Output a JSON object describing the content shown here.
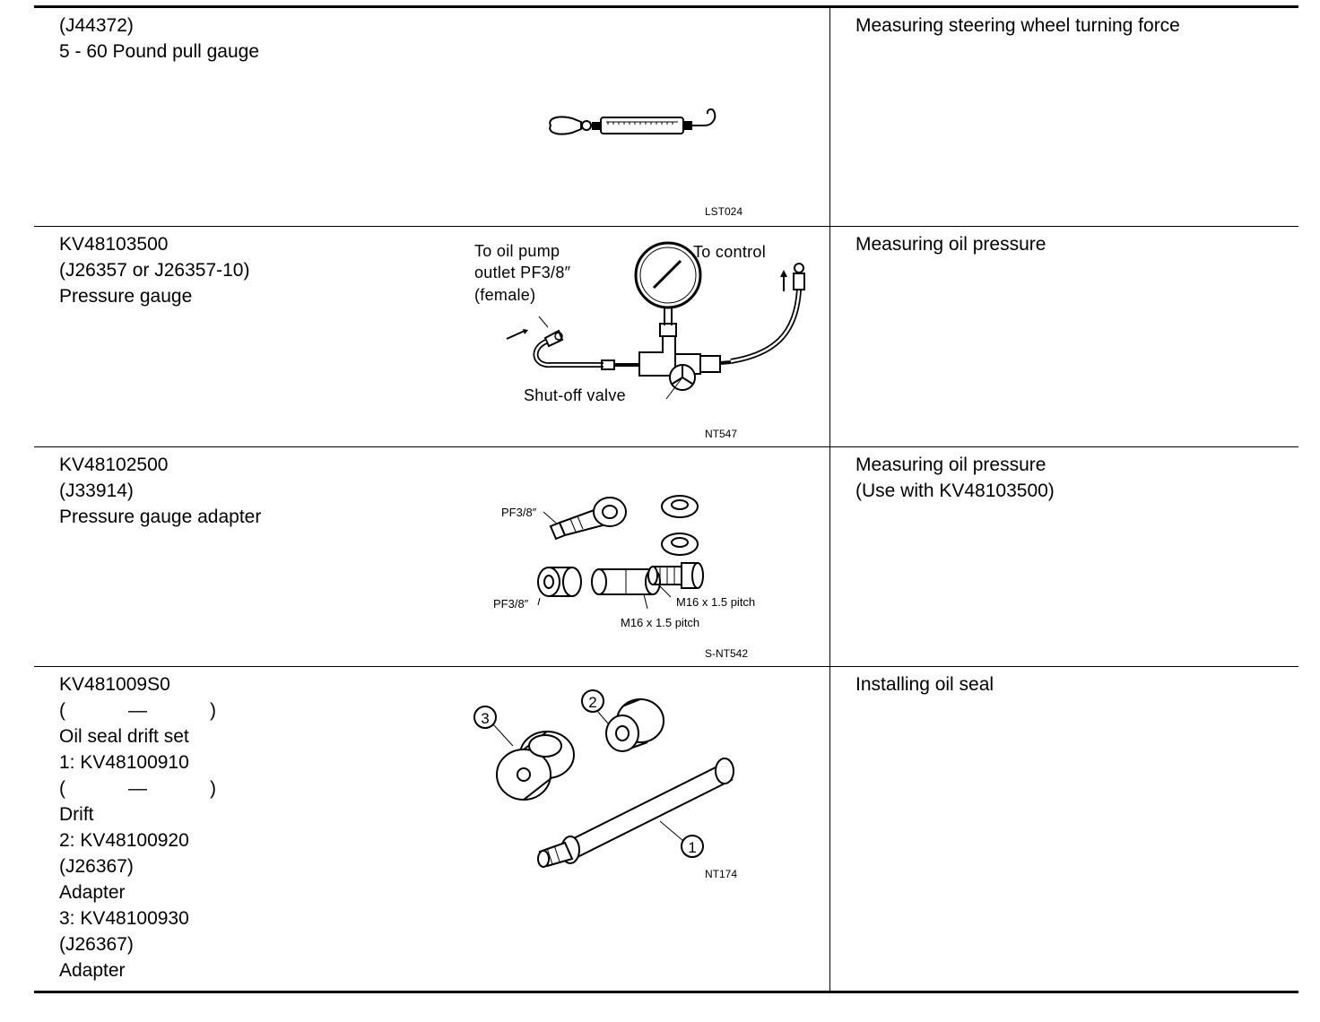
{
  "rows": [
    {
      "tool_lines": [
        "(J44372)",
        "5 - 60 Pound pull gauge"
      ],
      "description_lines": [
        "Measuring steering wheel turning force"
      ],
      "figure_code": "LST024",
      "figure_icon": "pull-gauge-icon"
    },
    {
      "tool_lines": [
        "KV48103500",
        "(J26357 or J26357-10)",
        "Pressure gauge"
      ],
      "description_lines": [
        "Measuring oil pressure"
      ],
      "figure_code": "NT547",
      "figure_icon": "pressure-gauge-icon",
      "figure_labels": {
        "pump_line1": "To oil pump",
        "pump_line2": "outlet PF3/8″",
        "pump_line3": "(female)",
        "control": "To control",
        "valve": "Shut-off valve"
      }
    },
    {
      "tool_lines": [
        "KV48102500",
        "(J33914)",
        "Pressure gauge adapter"
      ],
      "description_lines": [
        "Measuring oil pressure",
        "(Use with KV48103500)"
      ],
      "figure_code": "S-NT542",
      "figure_icon": "gauge-adapter-icon",
      "figure_labels": {
        "pf_top": "PF3/8″",
        "pf_bottom": "PF3/8″",
        "m16_right": "M16 x 1.5 pitch",
        "m16_bottom": "M16 x 1.5 pitch"
      }
    },
    {
      "tool_lines": [
        "KV481009S0",
        "(            —            )",
        "Oil seal drift set",
        "1: KV48100910",
        "(            —            )",
        "Drift",
        "2: KV48100920",
        "(J26367)",
        "Adapter",
        "3: KV48100930",
        "(J26367)",
        "Adapter"
      ],
      "description_lines": [
        "Installing oil seal"
      ],
      "figure_code": "NT174",
      "figure_icon": "oil-seal-drift-icon",
      "figure_labels": {
        "c1": "1",
        "c2": "2",
        "c3": "3"
      }
    }
  ]
}
